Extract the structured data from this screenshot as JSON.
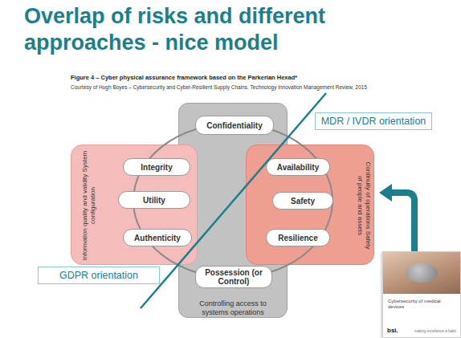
{
  "diagram": {
    "title": "Overlap of risks and different approaches - nice model",
    "caption": "Figure 4 – Cyber physical assurance framework based on the Parkerian Hexad*",
    "nodes": [
      {
        "text": [
          "Controlling access to systems operations"
        ]
      },
      {
        "text": [
          "Confidentiality"
        ],
        "in": 0
      },
      {
        "text": [
          "Information quality and validity System configuration"
        ]
      },
      {
        "text": [
          "Integrity"
        ],
        "in": 2
      },
      {
        "text": [
          "Utility"
        ],
        "in": 2
      },
      {
        "text": [
          "Authenticity"
        ],
        "in": 2
      },
      {
        "text": [
          "Continuity of operations Safety of people and assets"
        ]
      },
      {
        "text": [
          "Availability"
        ],
        "in": 6
      },
      {
        "text": [
          "Safety"
        ],
        "in": 6
      },
      {
        "text": [
          "Resilience"
        ],
        "in": 6
      },
      {
        "text": [
          "Possession (or Control)"
        ],
        "in": 0
      },
      {
        "text": [
          "MDR / IVDR orientation"
        ]
      },
      {
        "text": [
          "GDPR orientation"
        ]
      },
      {
        "text": [
          "Cybersecurity of medical devices",
          "bsi.",
          "making excellence a habit."
        ]
      }
    ],
    "edges": [
      {
        "from": 13,
        "to": 6,
        "arrow": "to"
      }
    ],
    "labels": [
      "Courtesy of Hugh Boyes – Cybersecurity and Cyber-Resilient Supply Chains. Technology Innovation Management Review, 2015"
    ]
  }
}
